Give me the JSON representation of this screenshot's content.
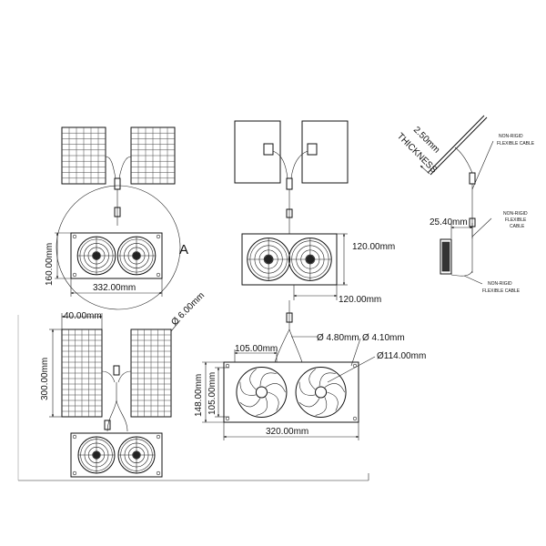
{
  "dimensions": {
    "height_160": "160.00mm",
    "width_332": "332.00mm",
    "view_a": "A",
    "fan_120_h": "120.00mm",
    "fan_120_w": "120.00mm",
    "thickness_value": "2.50mm",
    "thickness_word": "THICKNESS",
    "offset_25": "25.40mm",
    "panel_40": "40.00mm",
    "panel_300": "300.00mm",
    "hole_6": "Ø 6.00mm",
    "span_105": "105.00mm",
    "dia_480": "Ø 4.80mm",
    "dia_410": "Ø 4.10mm",
    "dia_114": "Ø114.00mm",
    "height_148": "148.00mm",
    "height_105": "105.00mm",
    "width_320": "320.00mm"
  },
  "notes": {
    "cable_1_line1": "NON-RIGID",
    "cable_1_line2": "FLEXIBLE CABLE",
    "cable_2_line1": "NON-RIGID",
    "cable_2_line2": "FLEXIBLE",
    "cable_2_line3": "CABLE",
    "cable_3_line1": "NON-RIGID",
    "cable_3_line2": "FLEXIBLE CABLE"
  }
}
